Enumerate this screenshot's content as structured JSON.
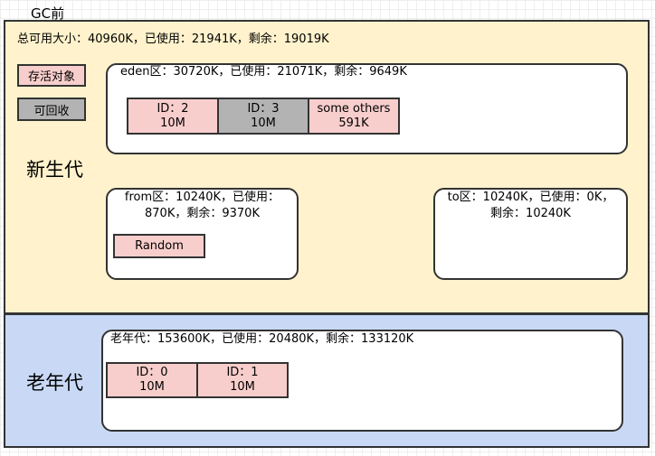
{
  "title": "GC前",
  "young_gen": {
    "summary": "总可用大小：40960K，已使用：21941K，剩余：19019K",
    "label": "新生代"
  },
  "legend": {
    "alive": "存活对象",
    "reclaimable": "可回收"
  },
  "eden": {
    "summary": "eden区：30720K，已使用：21071K，剩余：9649K",
    "objects": [
      {
        "id": "ID：2",
        "size": "10M"
      },
      {
        "id": "ID：3",
        "size": "10M"
      },
      {
        "id": "some others",
        "size": "591K"
      }
    ]
  },
  "from": {
    "summary_line1": "from区：10240K，已使用：",
    "summary_line2": "870K，剩余：9370K",
    "object": "Random"
  },
  "to": {
    "summary_line1": "to区：10240K，已使用：0K，",
    "summary_line2": "剩余：10240K"
  },
  "old_gen": {
    "label": "老年代",
    "summary": "老年代：153600K，已使用：20480K，剩余：133120K",
    "objects": [
      {
        "id": "ID：0",
        "size": "10M"
      },
      {
        "id": "ID：1",
        "size": "10M"
      }
    ]
  },
  "colors": {
    "young_bg": "#fff2cc",
    "old_bg": "#c9d9f5",
    "alive": "#f8cecc",
    "reclaimable": "#b3b3b3"
  }
}
